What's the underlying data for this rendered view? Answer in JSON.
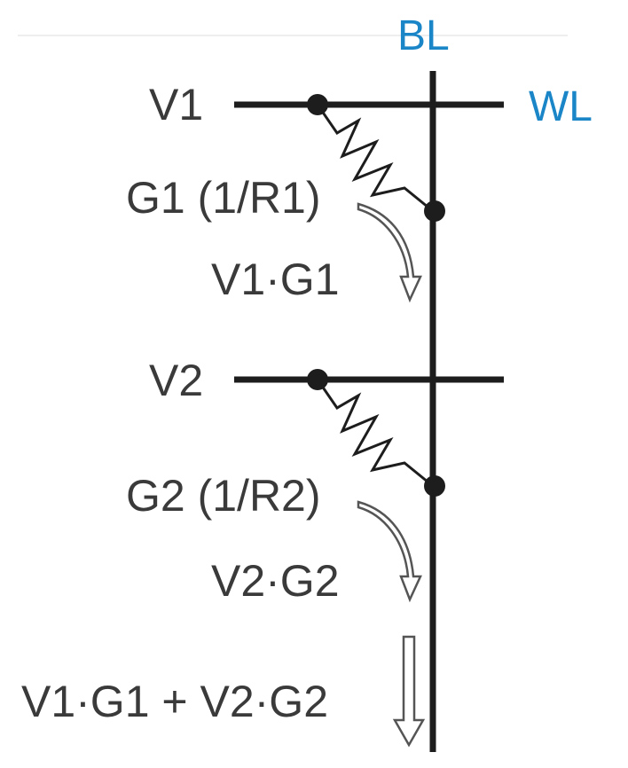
{
  "labels": {
    "bl": "BL",
    "wl": "WL",
    "v1": "V1",
    "v2": "V2",
    "g1": "G1 (1/R1)",
    "g2": "G2 (1/R2)",
    "i1": "V1·G1",
    "i2": "V2·G2",
    "sum": "V1·G1 + V2·G2"
  },
  "colors": {
    "wire": "#1d1d1d",
    "text": "#3a3a3a",
    "line_label": "#1a86c8",
    "arrow_outline": "#555555"
  }
}
